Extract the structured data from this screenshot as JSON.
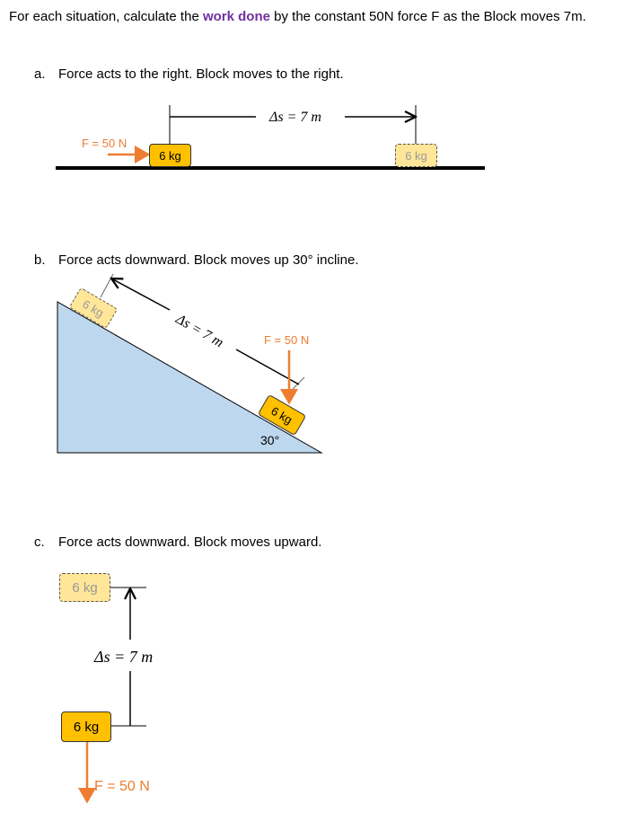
{
  "intro": {
    "before": "For each situation, calculate the ",
    "highlight": "work done",
    "after": " by the constant 50N force F as the Block moves 7m."
  },
  "colors": {
    "highlight": "#7030a0",
    "force": "#ed7d31",
    "block": "#ffc000",
    "ghost_block": "#ffe699",
    "incline": "#bdd7ee"
  },
  "parts": [
    {
      "letter": "a.",
      "text": "Force acts to the right. Block moves to the right.",
      "force_label": "F = 50 N",
      "displacement": "Δs = 7 m",
      "block": "6 kg"
    },
    {
      "letter": "b.",
      "text": "Force acts downward. Block moves up 30° incline.",
      "force_label": "F = 50 N",
      "displacement": "Δs = 7 m",
      "block": "6 kg",
      "angle": "30°"
    },
    {
      "letter": "c.",
      "text": "Force acts downward.  Block moves upward.",
      "force_label": "F = 50 N",
      "displacement": "Δs = 7 m",
      "block": "6 kg"
    }
  ]
}
